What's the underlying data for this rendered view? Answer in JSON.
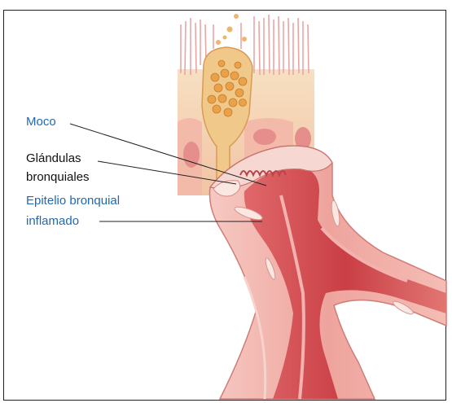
{
  "labels": {
    "moco": "Moco",
    "glandulas_line1": "Glándulas",
    "glandulas_line2": "bronquiales",
    "epitelio_line1": "Epitelio bronquial",
    "epitelio_line2": "inflamado"
  },
  "colors": {
    "blue_label": "#1f69b4",
    "black_label": "#111111",
    "tissue_outer": "#f2b4ad",
    "tissue_inner": "#d9565a",
    "mucus_cell": "#f0c98a",
    "mucus_globule": "#e9a24a",
    "cilia": "#e7a6a6"
  }
}
